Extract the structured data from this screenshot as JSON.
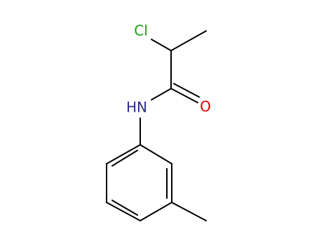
{
  "molecule": {
    "atoms": {
      "cl": {
        "label": "Cl",
        "color": "#1a9c1a"
      },
      "o": {
        "label": "O",
        "color": "#e00000"
      },
      "nh": {
        "label": "HN",
        "color": "#2b2b8c"
      }
    },
    "bond_color": "#000000"
  }
}
